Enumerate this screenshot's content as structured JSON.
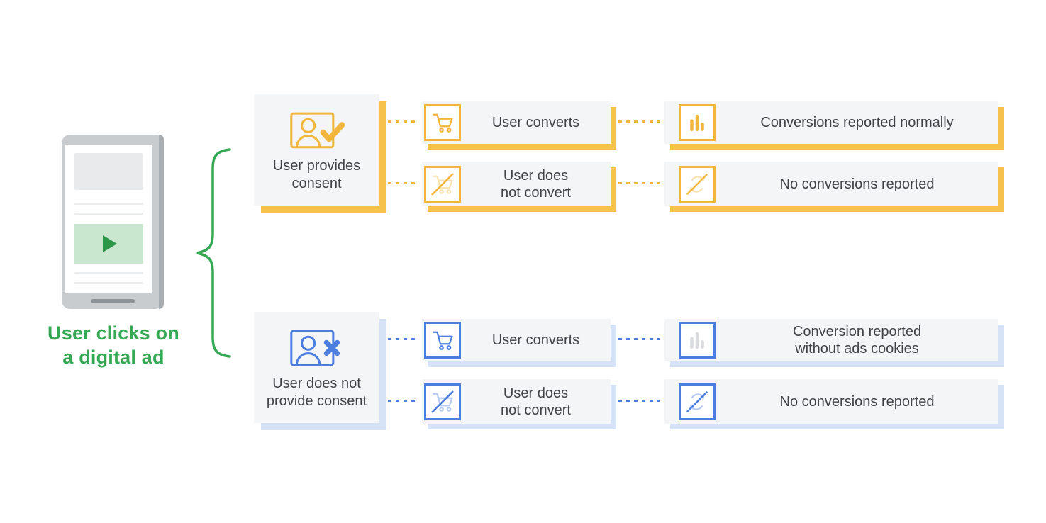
{
  "phone": {
    "caption_lines": [
      "User clicks on",
      "a digital ad"
    ],
    "screen_elements": [
      "ad-image-placeholder",
      "text-lines",
      "video-ad-with-play-button"
    ]
  },
  "branches": [
    {
      "id": "consent",
      "theme_color": "#F2B63C",
      "root": {
        "label": "User provides consent",
        "icon": "person-check-icon"
      },
      "rows": [
        {
          "outcome": {
            "label": "User converts",
            "icon": "cart-icon"
          },
          "result": {
            "label": "Conversions reported normally",
            "icon": "bar-chart-icon"
          }
        },
        {
          "outcome": {
            "label": "User does not convert",
            "icon": "cart-crossed-icon"
          },
          "result": {
            "label": "No conversions reported",
            "icon": "sync-crossed-icon"
          }
        }
      ]
    },
    {
      "id": "no-consent",
      "theme_color": "#4C7EE0",
      "root": {
        "label": "User does not provide consent",
        "icon": "person-x-icon"
      },
      "rows": [
        {
          "outcome": {
            "label": "User converts",
            "icon": "cart-icon"
          },
          "result": {
            "label": "Conversion reported without ads cookies",
            "icon": "bar-chart-muted-icon"
          }
        },
        {
          "outcome": {
            "label": "User does not convert",
            "icon": "cart-crossed-icon"
          },
          "result": {
            "label": "No conversions reported",
            "icon": "sync-crossed-icon"
          }
        }
      ]
    }
  ],
  "colors": {
    "yellow": "#F2B63C",
    "yellow_shadow": "#F7C14E",
    "blue": "#4C7EE0",
    "blue_shadow": "#D6E2F6",
    "box_bg": "#F4F5F6",
    "text": "#3F4347",
    "green": "#34A853",
    "video_green": "#C9E7CF",
    "play_green": "#2D9748",
    "phone_frame": "#C9CCCE",
    "phone_edge": "#A8ADB1",
    "placeholder_gray": "#E9EAEC",
    "muted_bars": "#D9DBDE"
  }
}
